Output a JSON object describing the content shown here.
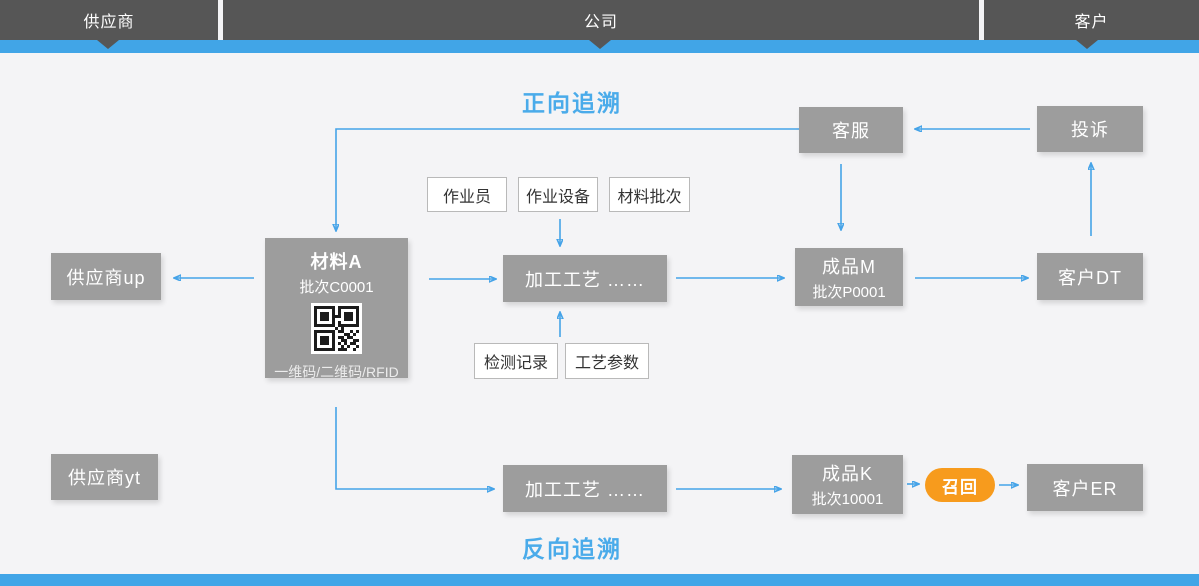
{
  "header": {
    "sections": [
      {
        "label": "供应商"
      },
      {
        "label": "公司"
      },
      {
        "label": "客户"
      }
    ]
  },
  "titles": {
    "forward": "正向追溯",
    "backward": "反向追溯"
  },
  "nodes": {
    "customer_service": "客服",
    "complaint": "投诉",
    "material_a": {
      "name": "材料A",
      "batch": "批次C0001",
      "code_types": "一维码/二维码/RFID"
    },
    "supplier_up": "供应商up",
    "process_top": "加工工艺  ……",
    "product_m": {
      "name": "成品M",
      "batch": "批次P0001"
    },
    "customer_dt": "客户DT",
    "supplier_yt": "供应商yt",
    "process_bottom": "加工工艺  ……",
    "product_k": {
      "name": "成品K",
      "batch": "批次10001"
    },
    "recall": "召回",
    "customer_er": "客户ER"
  },
  "tags": {
    "operator": "作业员",
    "equipment": "作业设备",
    "material_batch": "材料批次",
    "inspection_record": "检测记录",
    "process_params": "工艺参数"
  },
  "icons": {
    "qr": "qr-code-icon"
  },
  "edges": [
    {
      "from": "投诉",
      "to": "客服"
    },
    {
      "from": "客服",
      "to": "材料A"
    },
    {
      "from": "客服",
      "to": "成品M"
    },
    {
      "from": "客户DT",
      "to": "投诉"
    },
    {
      "from": "材料A",
      "to": "供应商up"
    },
    {
      "from": "材料A",
      "to": "加工工艺(上)"
    },
    {
      "from": "作业设备",
      "to": "加工工艺(上)"
    },
    {
      "from": "检测记录/工艺参数",
      "to": "加工工艺(上)"
    },
    {
      "from": "加工工艺(上)",
      "to": "成品M"
    },
    {
      "from": "成品M",
      "to": "客户DT"
    },
    {
      "from": "材料A",
      "to": "加工工艺(下)"
    },
    {
      "from": "加工工艺(下)",
      "to": "成品K"
    },
    {
      "from": "成品K",
      "to": "召回"
    },
    {
      "from": "召回",
      "to": "客户ER"
    }
  ],
  "colors": {
    "header_dark": "#565656",
    "accent_blue": "#41a5e7",
    "arrow_blue": "#45a3e8",
    "title_blue": "#4aabea",
    "node_gray": "#9d9d9d",
    "recall_orange": "#f79b1d",
    "background": "#f4f4f6"
  }
}
